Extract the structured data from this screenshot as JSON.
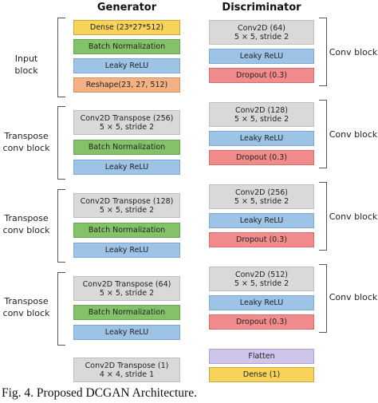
{
  "titles": {
    "generator": "Generator",
    "discriminator": "Discriminator"
  },
  "generator": {
    "input_block": {
      "label_lines": [
        "Input",
        "block"
      ],
      "layers": [
        {
          "lines": [
            "Dense (23*27*512)"
          ]
        },
        {
          "lines": [
            "Batch Normalization"
          ]
        },
        {
          "lines": [
            "Leaky ReLU"
          ]
        },
        {
          "lines": [
            "Reshape(23, 27, 512)"
          ]
        }
      ]
    },
    "transpose_blocks": [
      {
        "label_lines": [
          "Transpose",
          "conv block"
        ],
        "layers": [
          {
            "lines": [
              "Conv2D Transpose (256)",
              "5 × 5, stride 2"
            ]
          },
          {
            "lines": [
              "Batch Normalization"
            ]
          },
          {
            "lines": [
              "Leaky ReLU"
            ]
          }
        ]
      },
      {
        "label_lines": [
          "Transpose",
          "conv block"
        ],
        "layers": [
          {
            "lines": [
              "Conv2D Transpose (128)",
              "5 × 5, stride 2"
            ]
          },
          {
            "lines": [
              "Batch Normalization"
            ]
          },
          {
            "lines": [
              "Leaky ReLU"
            ]
          }
        ]
      },
      {
        "label_lines": [
          "Transpose",
          "conv block"
        ],
        "layers": [
          {
            "lines": [
              "Conv2D Transpose (64)",
              "5 × 5, stride 2"
            ]
          },
          {
            "lines": [
              "Batch Normalization"
            ]
          },
          {
            "lines": [
              "Leaky ReLU"
            ]
          }
        ]
      }
    ],
    "output_layer": {
      "lines": [
        "Conv2D Transpose (1)",
        "4 × 4, stride 1"
      ]
    }
  },
  "discriminator": {
    "conv_blocks": [
      {
        "label": "Conv block",
        "layers": [
          {
            "lines": [
              "Conv2D (64)",
              "5 × 5, stride 2"
            ]
          },
          {
            "lines": [
              "Leaky ReLU"
            ]
          },
          {
            "lines": [
              "Dropout (0.3)"
            ]
          }
        ]
      },
      {
        "label": "Conv block",
        "layers": [
          {
            "lines": [
              "Conv2D (128)",
              "5 × 5, stride 2"
            ]
          },
          {
            "lines": [
              "Leaky ReLU"
            ]
          },
          {
            "lines": [
              "Dropout (0.3)"
            ]
          }
        ]
      },
      {
        "label": "Conv block",
        "layers": [
          {
            "lines": [
              "Conv2D (256)",
              "5 × 5, stride 2"
            ]
          },
          {
            "lines": [
              "Leaky ReLU"
            ]
          },
          {
            "lines": [
              "Dropout (0.3)"
            ]
          }
        ]
      },
      {
        "label": "Conv block",
        "layers": [
          {
            "lines": [
              "Conv2D (512)",
              "5 × 5, stride 2"
            ]
          },
          {
            "lines": [
              "Leaky ReLU"
            ]
          },
          {
            "lines": [
              "Dropout (0.3)"
            ]
          }
        ]
      }
    ],
    "flatten": {
      "lines": [
        "Flatten"
      ]
    },
    "dense": {
      "lines": [
        "Dense (1)"
      ]
    }
  },
  "caption": "Fig. 4. Proposed DCGAN Architecture.",
  "colors": {
    "dense": "#f7d35a",
    "batch_norm": "#84c26a",
    "leaky_relu": "#9dc3e6",
    "reshape": "#f4b183",
    "conv": "#d9d9d9",
    "dropout": "#f28c8c",
    "flatten": "#cfc4ea"
  }
}
